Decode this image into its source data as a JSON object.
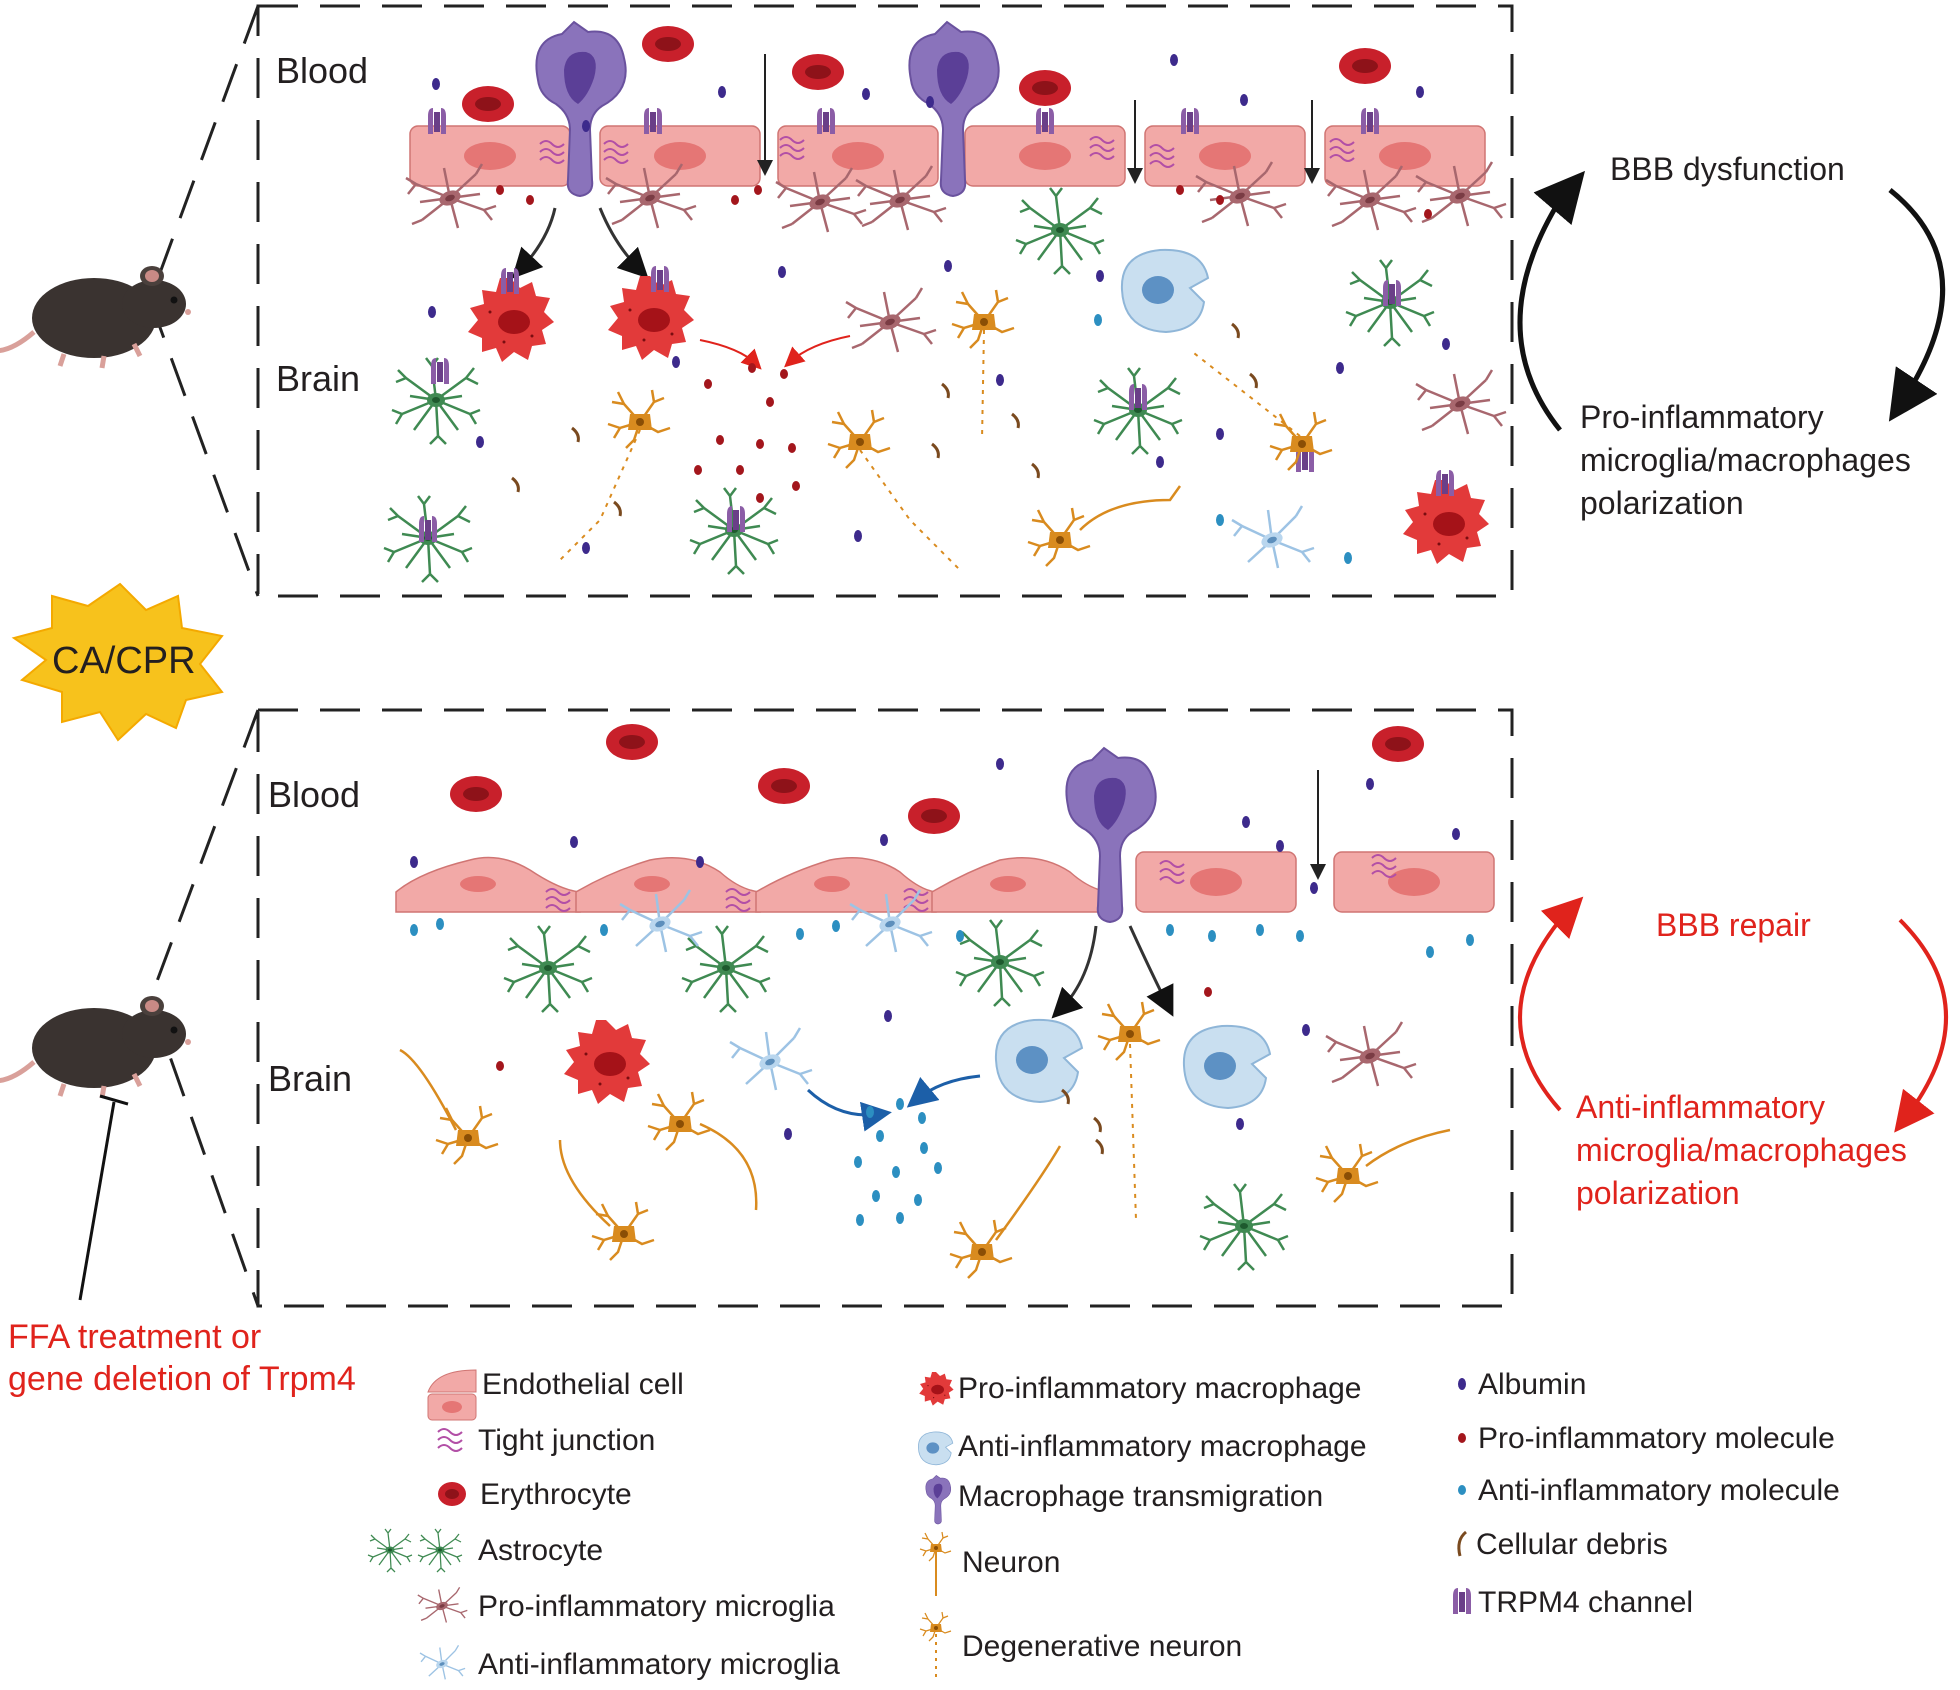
{
  "top_panel": {
    "blood_label": "Blood",
    "brain_label": "Brain"
  },
  "bottom_panel": {
    "blood_label": "Blood",
    "brain_label": "Brain"
  },
  "event_label": "CA/CPR",
  "intervention_label_line1": "FFA treatment or",
  "intervention_label_line2": "gene deletion of Trpm4",
  "top_cycle": {
    "upper": "BBB dysfunction",
    "lower_line1": "Pro-inflammatory",
    "lower_line2": "microglia/macrophages",
    "lower_line3": "polarization"
  },
  "bottom_cycle": {
    "upper": "BBB repair",
    "lower_line1": "Anti-inflammatory",
    "lower_line2": "microglia/macrophages",
    "lower_line3": "polarization"
  },
  "legend": {
    "col1": [
      {
        "icon": "endothelial-cell-icon",
        "label": "Endothelial cell"
      },
      {
        "icon": "tight-junction-icon",
        "label": "Tight junction"
      },
      {
        "icon": "erythrocyte-icon",
        "label": "Erythrocyte"
      },
      {
        "icon": "astrocyte-icon",
        "label": "Astrocyte"
      },
      {
        "icon": "pro-inflammatory-microglia-icon",
        "label": "Pro-inflammatory microglia"
      },
      {
        "icon": "anti-inflammatory-microglia-icon",
        "label": "Anti-inflammatory microglia"
      }
    ],
    "col2": [
      {
        "icon": "pro-inflammatory-macrophage-icon",
        "label": "Pro-inflammatory macrophage"
      },
      {
        "icon": "anti-inflammatory-macrophage-icon",
        "label": "Anti-inflammatory macrophage"
      },
      {
        "icon": "macrophage-transmigration-icon",
        "label": "Macrophage transmigration"
      },
      {
        "icon": "neuron-icon",
        "label": "Neuron"
      },
      {
        "icon": "degenerative-neuron-icon",
        "label": "Degenerative neuron"
      }
    ],
    "col3": [
      {
        "icon": "albumin-icon",
        "label": "Albumin"
      },
      {
        "icon": "pro-inflammatory-molecule-icon",
        "label": "Pro-inflammatory molecule"
      },
      {
        "icon": "anti-inflammatory-molecule-icon",
        "label": "Anti-inflammatory molecule"
      },
      {
        "icon": "cellular-debris-icon",
        "label": "Cellular debris"
      },
      {
        "icon": "trpm4-channel-icon",
        "label": "TRPM4 channel"
      }
    ]
  },
  "colors": {
    "endothelial": "#f2a9a7",
    "endothelial_nucleus": "#e57675",
    "erythrocyte": "#c8202b",
    "macrophage_transmigration": "#8a73bb",
    "pro_macrophage": "#e23a3a",
    "anti_macrophage": "#c9dff0",
    "astrocyte": "#3f8a52",
    "neuron": "#d98b1f",
    "pro_microglia": "#a8676e",
    "anti_microglia": "#9dc3e4",
    "albumin": "#3d2a8c",
    "pro_molecule": "#a3161c",
    "anti_molecule": "#2c8fc1",
    "debris": "#7a4a1f",
    "trpm4": "#8b5da6",
    "red_text": "#e0231c",
    "burst": "#f7c21c"
  }
}
